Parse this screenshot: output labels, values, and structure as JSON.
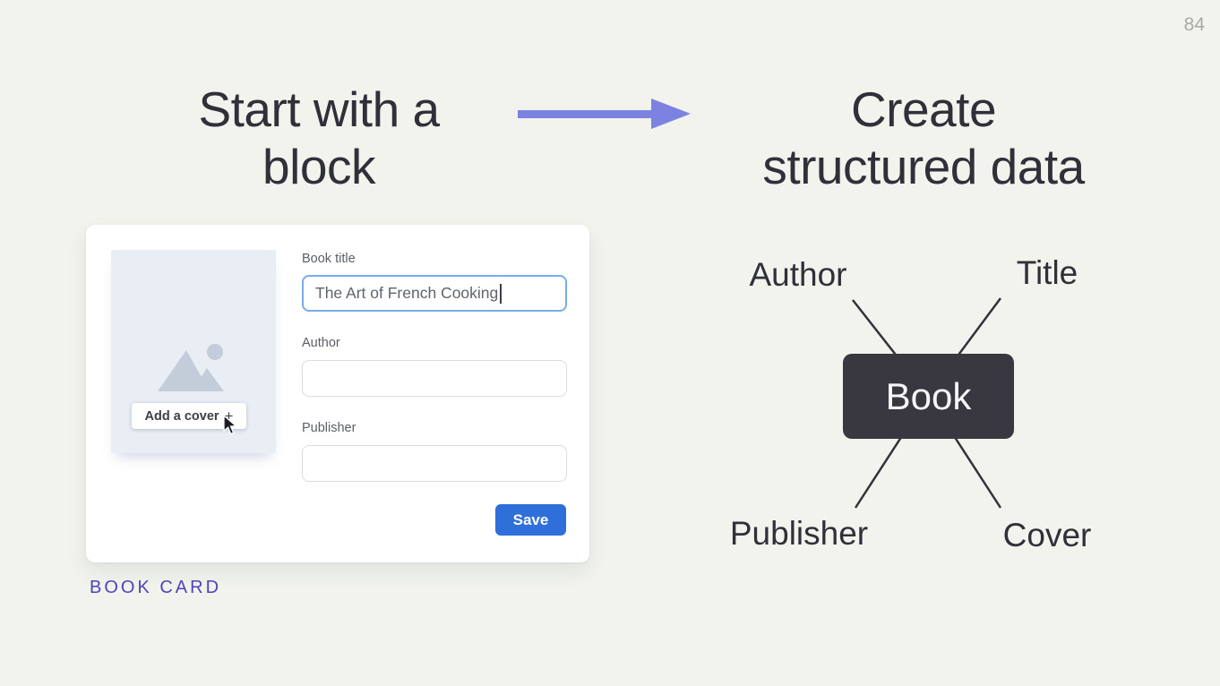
{
  "slide": {
    "page_number": "84"
  },
  "left_section": {
    "heading_line1": "Start with a",
    "heading_line2": "block",
    "caption": "BOOK CARD"
  },
  "right_section": {
    "heading_line1": "Create",
    "heading_line2": "structured data"
  },
  "book_card": {
    "cover": {
      "add_button_label": "Add a cover",
      "add_button_plus": "+",
      "placeholder_icon": "image-placeholder-icon"
    },
    "fields": [
      {
        "label": "Book title",
        "value": "The Art of French Cooking",
        "state": "focused"
      },
      {
        "label": "Author",
        "value": "",
        "state": "empty"
      },
      {
        "label": "Publisher",
        "value": "",
        "state": "empty"
      }
    ],
    "save_button_label": "Save"
  },
  "diagram": {
    "node_label": "Book",
    "attribute_labels": [
      "Author",
      "Title",
      "Publisher",
      "Cover"
    ]
  },
  "colors": {
    "background": "#f1f3ec",
    "heading-text": "#30303a",
    "arrow-purple": "#7c82e0",
    "caption-purple": "#4f43bd",
    "save-blue": "#2e6fd9",
    "input-focus-blue": "#77abe9",
    "node-dark": "#393841",
    "cover-bg": "#e9edf4",
    "mountain-gray": "#c3cdda",
    "page-number-gray": "#a8aaa9",
    "label-gray": "#5a5e66",
    "input-border": "#d9dce1",
    "line-dark": "#33323b"
  }
}
